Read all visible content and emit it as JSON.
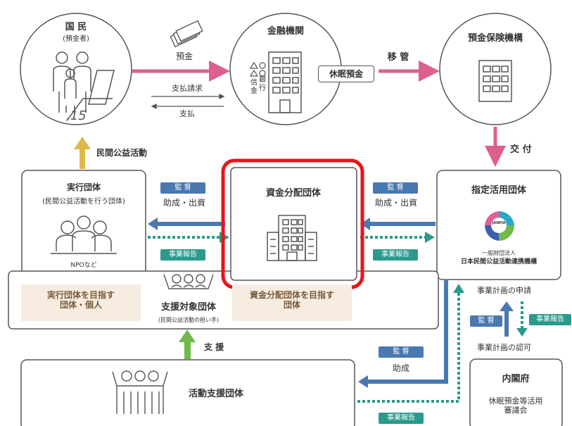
{
  "top": {
    "kokumin": {
      "title": "国 民",
      "sub": "(預金者)"
    },
    "kinyu": {
      "title": "金融機関",
      "shinkin": "信金",
      "ginko": "銀行",
      "tag": "休眠預金"
    },
    "dic": {
      "title": "預金保険機構"
    },
    "yokin": "預金",
    "shiharai_seikyu": "支払請求",
    "shiharai": "支払",
    "ikan": "移 管",
    "kofu": "交 付",
    "minkan": "民間公益活動"
  },
  "mid": {
    "jikko": {
      "title": "実行団体",
      "sub": "(民間公益活動を行う団体)",
      "npo": "NPOなど"
    },
    "shikin": {
      "title": "資金分配団体"
    },
    "shitei": {
      "title": "指定活用団体",
      "logo": "JANPIA",
      "org_line1": "一般財団法人",
      "org_line2": "日本民間公益活動連携機構"
    },
    "left_arrows": {
      "kantoku": "監 督",
      "josei": "助成・出資",
      "hokoku": "事業報告"
    },
    "right_arrows": {
      "kantoku": "監 督",
      "josei": "助成・出資",
      "hokoku": "事業報告"
    }
  },
  "support_band": {
    "left": "実行団体を目指す\n団体・個人",
    "center_title": "支援対象団体",
    "center_sub": "(民間公益活動の担い手)",
    "right": "資金分配団体を目指す\n団体"
  },
  "right_side": {
    "shinsei": "事業計画の申請",
    "kantoku": "監 督",
    "hokoku": "事業報告",
    "ninka": "事業計画の認可",
    "naikakufu": {
      "title": "内閣府",
      "sub": "休眠預金等活用\n審議会"
    }
  },
  "bottom": {
    "shien": "支 援",
    "katsudo": "活動支援団体",
    "kantoku": "監 督",
    "josei": "助成",
    "hokoku": "事業報告"
  },
  "colors": {
    "pink": "#dd5f8f",
    "blue": "#4a78b0",
    "green": "#2a9a8c",
    "gold": "#e0b84a",
    "highlight": "#e8141b",
    "peach": "#f6ece0",
    "line": "#555555"
  }
}
